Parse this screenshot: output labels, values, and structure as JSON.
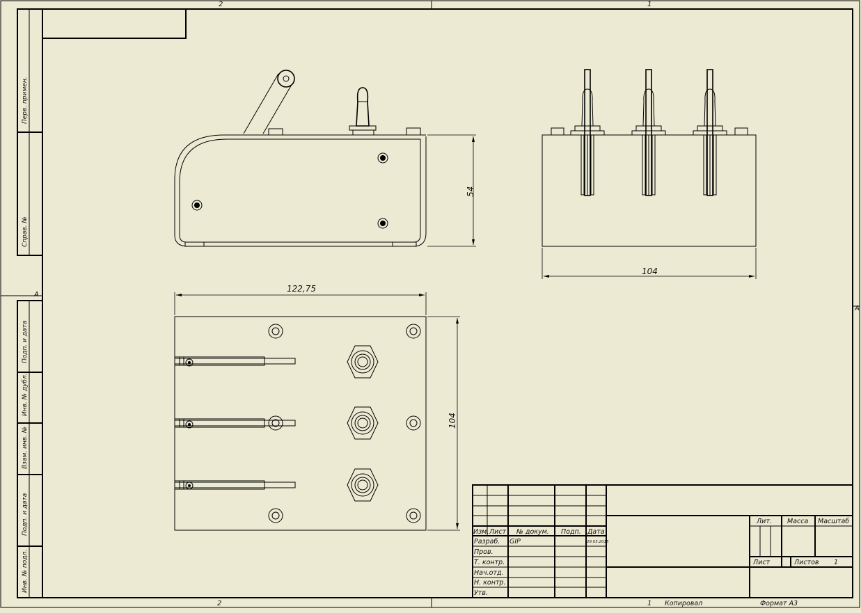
{
  "colors": {
    "paper": "#ecead3",
    "ink": "#000000"
  },
  "frame": {
    "zone_top_left": "2",
    "zone_top_right": "1",
    "zone_bottom_left": "2",
    "zone_bottom_right": "1",
    "zone_side_left": "A",
    "zone_side_right": "A"
  },
  "side_columns": {
    "upper": [
      "Перв. примен.",
      "Справ. №"
    ],
    "lower": [
      "Подп. и дата",
      "Инв. № дубл.",
      "Взам. инв. №",
      "Подп. и дата",
      "Инв. № подл."
    ]
  },
  "dimensions": {
    "front_height": "54",
    "side_width": "104",
    "top_width": "122,75",
    "top_height": "104"
  },
  "title_block": {
    "headers": [
      "Изм.",
      "Лист",
      "№ докум.",
      "Подп.",
      "Дата"
    ],
    "rows": [
      {
        "label": "Разраб.",
        "name": "GIP",
        "date": "29.05.2015"
      },
      {
        "label": "Пров.",
        "name": "",
        "date": ""
      },
      {
        "label": "Т. контр.",
        "name": "",
        "date": ""
      },
      {
        "label": "Нач.отд.",
        "name": "",
        "date": ""
      },
      {
        "label": "Н. контр.",
        "name": "",
        "date": ""
      },
      {
        "label": "Утв.",
        "name": "",
        "date": ""
      }
    ],
    "lit_label": "Лит.",
    "mass_label": "Масса",
    "scale_label": "Масштаб",
    "sheet_label": "Лист",
    "sheets_label": "Листов",
    "sheets_value": "1",
    "copied_label": "Копировал",
    "format_label": "Формат А3"
  }
}
